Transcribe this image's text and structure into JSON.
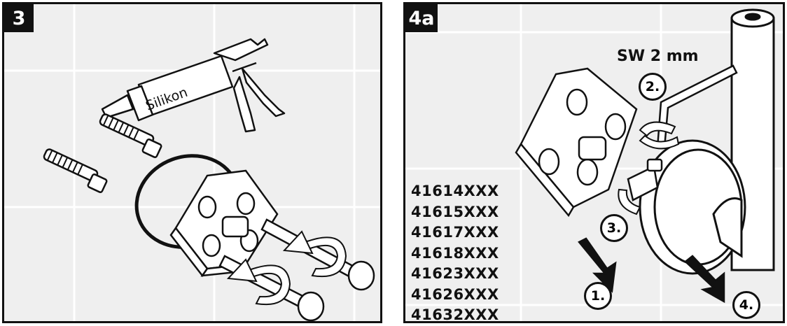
{
  "panel_3": {
    "badge": "3",
    "tube_label": "Silikon"
  },
  "panel_4a": {
    "badge": "4a",
    "tool_label": "SW 2 mm",
    "steps": [
      "1.",
      "2.",
      "3.",
      "4."
    ],
    "model_numbers": [
      "41614XXX",
      "41615XXX",
      "41617XXX",
      "41618XXX",
      "41623XXX",
      "41626XXX",
      "41632XXX"
    ]
  }
}
